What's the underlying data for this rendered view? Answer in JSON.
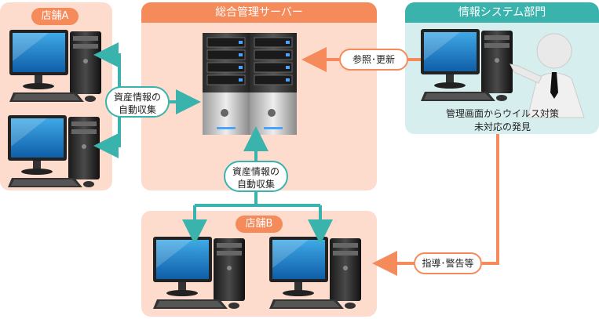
{
  "store_a": {
    "label": "店舗A"
  },
  "server": {
    "label": "総合管理サーバー"
  },
  "info_dept": {
    "label": "情報システム部門",
    "caption_line1": "管理画面からウイルス対策",
    "caption_line2": "未対応の発見"
  },
  "store_b": {
    "label": "店舗B"
  },
  "bubbles": {
    "collect_a_line1": "資産情報の",
    "collect_a_line2": "自動収集",
    "collect_b_line1": "資産情報の",
    "collect_b_line2": "自動収集",
    "refer": "参照･更新",
    "guidance": "指導･警告等"
  },
  "colors": {
    "orange": "#f58a5a",
    "teal": "#3bb3ad",
    "panel_orange": "#fddccd",
    "panel_teal": "#d6efee"
  }
}
